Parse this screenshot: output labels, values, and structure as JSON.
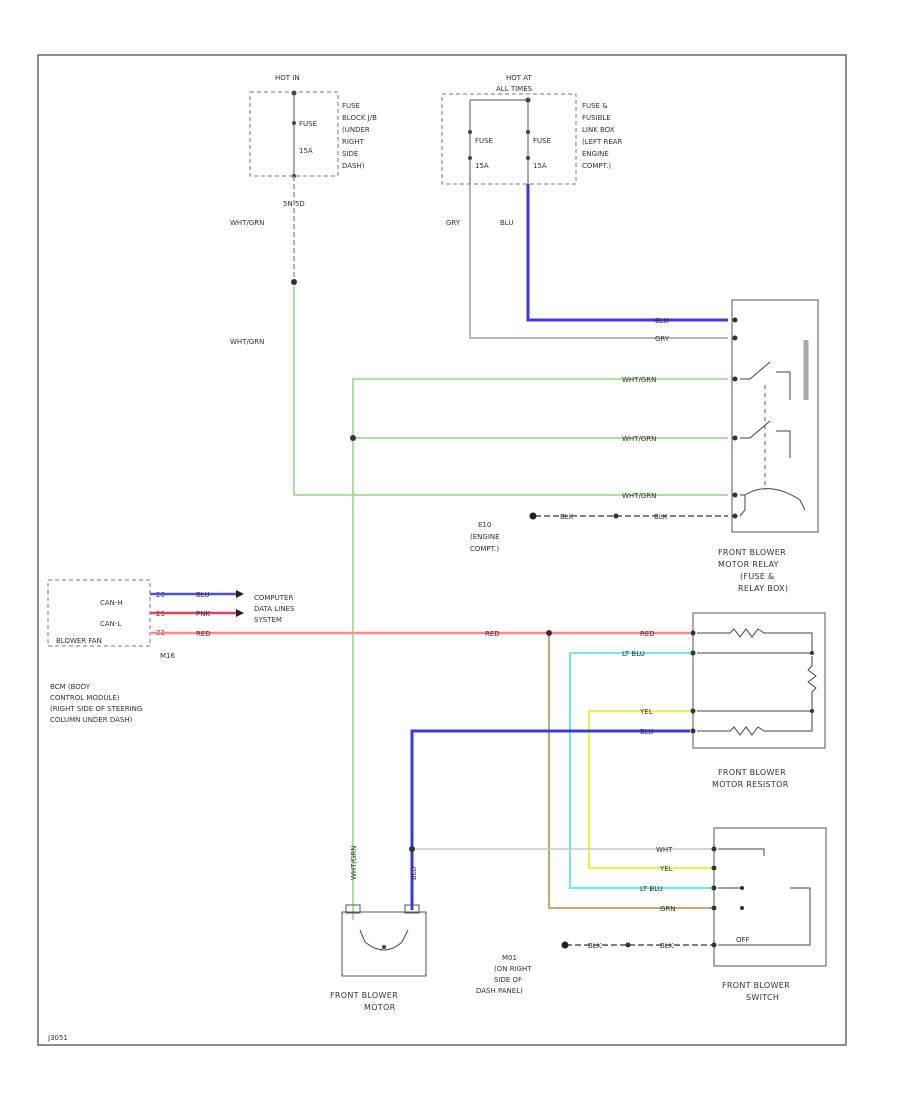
{
  "fuse_block_left": {
    "hot_in": "HOT IN",
    "fuse_label": "FUSE",
    "fuse_amps": "15A",
    "location": [
      "FUSE",
      "BLOCK J/B",
      "(UNDER",
      "RIGHT",
      "SIDE",
      "DASH)"
    ],
    "pin_label": "5N  5D"
  },
  "fuse_block_right": {
    "hot_at": "HOT AT",
    "hot_at_line2": "ALL TIMES",
    "fuse1_label": "FUSE",
    "fuse1_amps": "15A",
    "fuse2_label": "FUSE",
    "fuse2_amps": "15A",
    "location": [
      "FUSE &",
      "FUSIBLE",
      "LINK BOX",
      "(LEFT REAR",
      "ENGINE",
      "COMPT.)"
    ]
  },
  "wires": {
    "wht_grn": "WHT/GRN",
    "gry": "GRY",
    "blu": "BLU",
    "red": "RED",
    "lt_blu": "LT BLU",
    "yel": "YEL",
    "wht": "WHT",
    "grn": "GRN",
    "blk": "BLK",
    "pnk": "PNK"
  },
  "relay": {
    "caption": [
      "FRONT BLOWER",
      "MOTOR RELAY",
      "(FUSE &",
      "RELAY BOX)"
    ]
  },
  "ground_e10": {
    "label": [
      "E10",
      "(ENGINE",
      "COMPT.)"
    ]
  },
  "bcm": {
    "pins": [
      "CAN-H",
      "CAN-L",
      "BLOWER FAN"
    ],
    "pin_numbers": [
      "28",
      "29",
      "32"
    ],
    "connector": "M16",
    "data_lines_label": [
      "COMPUTER",
      "DATA LINES",
      "SYSTEM"
    ],
    "caption": [
      "BCM (BODY",
      "CONTROL MODULE)",
      "(RIGHT SIDE OF STEERING",
      "COLUMN UNDER DASH)"
    ]
  },
  "resistor": {
    "caption": [
      "FRONT BLOWER",
      "MOTOR RESISTOR"
    ]
  },
  "motor": {
    "caption": [
      "FRONT BLOWER",
      "MOTOR"
    ]
  },
  "switch": {
    "off_label": "OFF",
    "caption": [
      "FRONT BLOWER",
      "SWITCH"
    ]
  },
  "ground_m1": {
    "label": [
      "M01",
      "(ON RIGHT",
      "SIDE OF",
      "DASH PANEL)"
    ]
  },
  "footer_id": "J3051"
}
